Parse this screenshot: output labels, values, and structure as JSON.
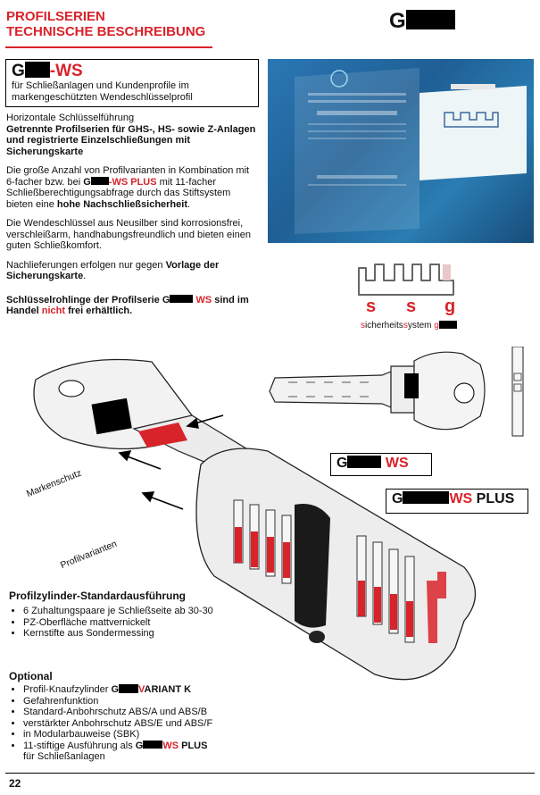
{
  "header": {
    "title_line1": "PROFILSERIEN",
    "title_line2": "TECHNISCHE BESCHREIBUNG",
    "brand_initial": "G"
  },
  "ws_box": {
    "initial": "G",
    "suffix": "-WS",
    "subtitle": "für Schließanlagen und Kundenprofile im markengeschützten Wendeschlüsselprofil"
  },
  "body": {
    "p1": "Horizontale Schlüsselführung",
    "p2": "Getrennte Profilserien für GHS-, HS- sowie Z-Anlagen und registrierte Einzelschließungen mit Sicherungskarte",
    "p3_a": "Die große Anzahl von Profilvarianten in Kombination mit 6-facher bzw. bei ",
    "p3_brand_initial": "G",
    "p3_brand_suffix": "-WS PLUS",
    "p3_b": " mit 11-facher Schließberechtigungsabfrage durch das Stiftsystem bieten eine ",
    "p3_bold": "hohe Nachschließsicherheit",
    "p3_end": ".",
    "p4": "Die Wendeschlüssel aus Neusilber sind korrosionsfrei, verschleißarm, handhabungsfreundlich und bieten einen guten Schließkomfort.",
    "p5_a": "Nachlieferungen erfolgen nur gegen ",
    "p5_bold": "Vorlage der Sicherungskarte",
    "p5_end": ".",
    "p6_a": "Schlüsselrohlinge der Profilserie ",
    "p6_brand_initial": "G",
    "p6_brand_suffix": " WS",
    "p6_b": " sind im Handel ",
    "p6_red": "nicht",
    "p6_c": " frei erhältlich."
  },
  "ssg": {
    "letters": [
      "s",
      "s",
      "g"
    ],
    "caption_s1": "s",
    "caption_1": "icherheits",
    "caption_s2": "s",
    "caption_2": "ystem ",
    "caption_g": "g"
  },
  "diagram": {
    "label_markenschutz": "Markenschutz",
    "label_profilvarianten": "Profilvarianten",
    "label_ws_initial": "G",
    "label_ws_suffix": "WS",
    "label_plus_initial": "G",
    "label_plus_ws": "WS",
    "label_plus_plus": " PLUS"
  },
  "standard": {
    "heading": "Profilzylinder-Standardausführung",
    "items": [
      "6 Zuhaltungspaare je Schließseite ab 30-30",
      "PZ-Oberfläche mattvernickelt",
      "Kernstifte aus Sondermessing"
    ]
  },
  "optional": {
    "heading": "Optional",
    "item1_a": "Profil-Knaufzylinder ",
    "item1_initial": "G",
    "item1_red": "V",
    "item1_rest": "ARIANT K",
    "item2": "Gefahrenfunktion",
    "item3": "Standard-Anbohrschutz  ABS/A und ABS/B",
    "item4": "verstärkter Anbohrschutz ABS/E und ABS/F",
    "item5": "in Modularbauweise (SBK)",
    "item6_a": "11-stiftige Ausführung als ",
    "item6_initial": "G",
    "item6_red": "WS",
    "item6_plus": " PLUS",
    "item6_b": "für Schließanlagen"
  },
  "page_number": "22",
  "colors": {
    "accent": "#d8232a",
    "photo_blue": "#2b77b4"
  }
}
